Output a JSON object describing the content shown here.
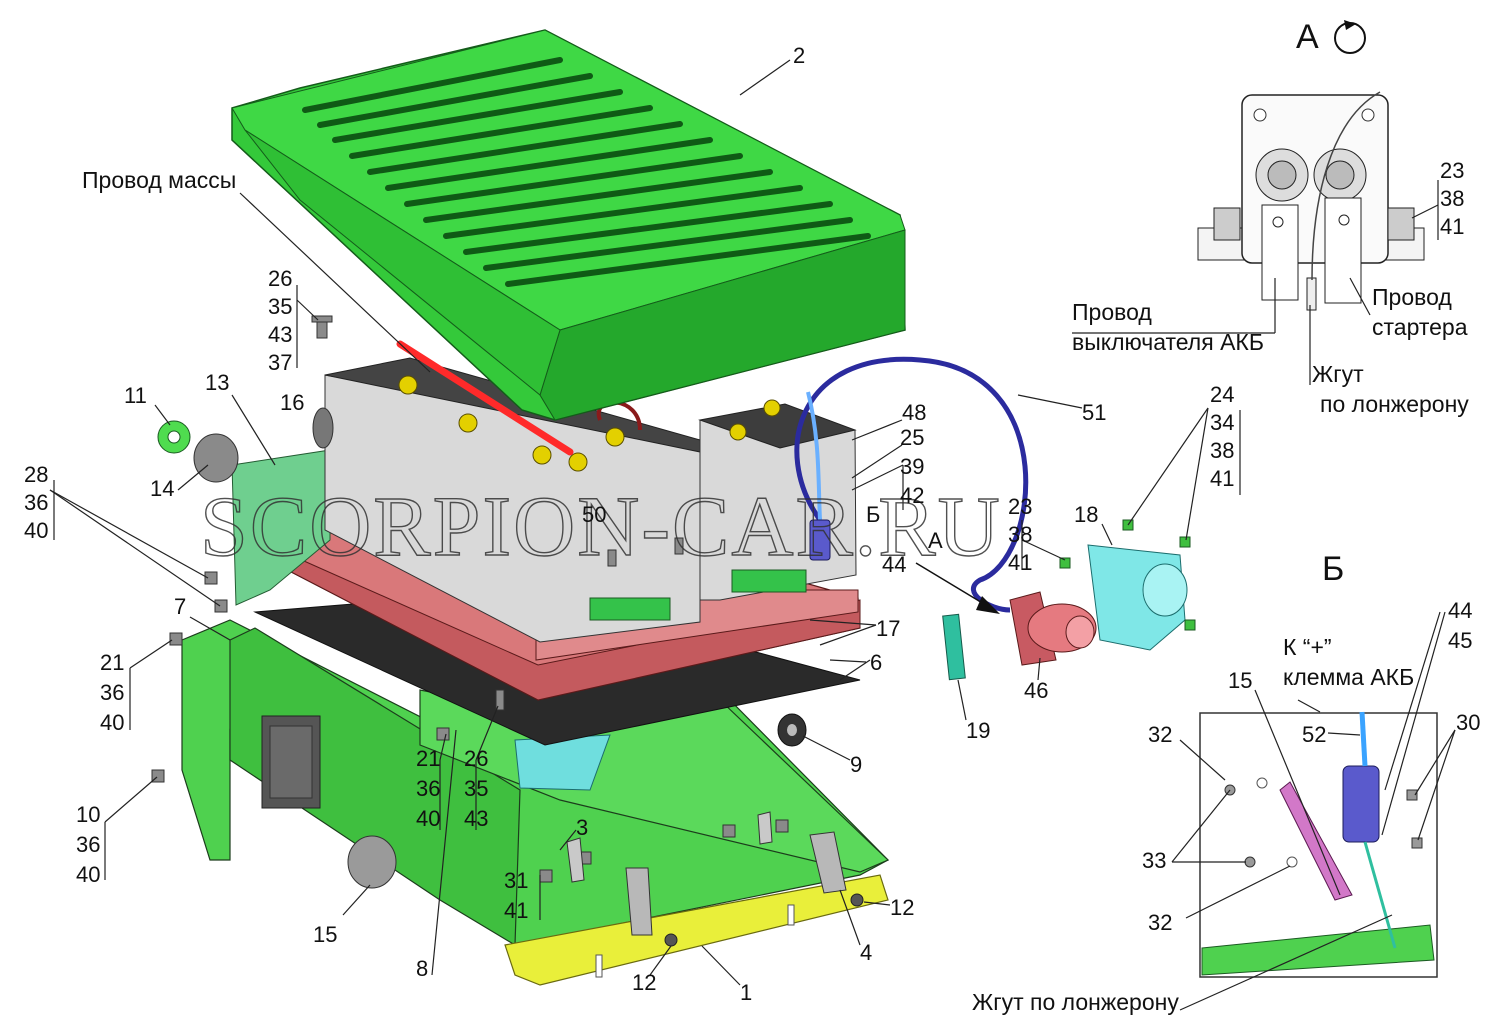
{
  "watermark": "SCORPION-CAR.RU",
  "views": {
    "a": {
      "letter": "А",
      "rotation_icon": "rotation-circle-icon"
    },
    "b": {
      "letter": "Б"
    }
  },
  "captions": {
    "ground_wire": "Провод массы",
    "switch_wire_1": "Провод",
    "switch_wire_2": "выключателя АКБ",
    "starter_wire_1": "Провод",
    "starter_wire_2": "стартера",
    "harness_1": "Жгут",
    "harness_2": "по лонжерону",
    "plus_terminal_1": "К “+”",
    "plus_terminal_2": "клемма АКБ",
    "harness_full": "Жгут по лонжерону"
  },
  "callouts": {
    "n1": "1",
    "n2": "2",
    "n3": "3",
    "n4": "4",
    "n6": "6",
    "n7": "7",
    "n8": "8",
    "n9": "9",
    "n11": "11",
    "n12a": "12",
    "n12b": "12",
    "n13": "13",
    "n14": "14",
    "n15": "15",
    "n16": "16",
    "n17": "17",
    "n18": "18",
    "n19": "19",
    "n46": "46",
    "n48": "48",
    "n50": "50",
    "n51": "51",
    "g26a": [
      "26",
      "35",
      "43",
      "37"
    ],
    "g28": [
      "28",
      "36",
      "40"
    ],
    "g21a": [
      "21",
      "36",
      "40"
    ],
    "g10": [
      "10",
      "36",
      "40"
    ],
    "g21b": [
      "21",
      "36",
      "40"
    ],
    "g26b": [
      "26",
      "35",
      "43"
    ],
    "g31": [
      "31",
      "41"
    ],
    "g25": [
      "25",
      "39",
      "42"
    ],
    "g23m": [
      "23",
      "38",
      "41"
    ],
    "letter_b": "Б",
    "letter_a": "А",
    "n44m": "44",
    "g24": [
      "24",
      "34",
      "38",
      "41"
    ],
    "g23r": [
      "23",
      "38",
      "41"
    ],
    "inset_b": {
      "n15": "15",
      "n32a": "32",
      "n32b": "32",
      "n33": "33",
      "n52": "52",
      "n44": "44",
      "n45": "45",
      "n30": "30"
    }
  },
  "colors": {
    "cover": "#3ccf3c",
    "cover_dark": "#1f8f2a",
    "frame": "#4fd14f",
    "battery": "#d9d9d9",
    "tray": "#d9787a",
    "pad": "#2a2a2a",
    "bumper": "#e9ef3a",
    "relay": "#e57a80",
    "switch_box": "#7fe7e7",
    "cable": "#2b2b9e",
    "ground_wire": "#ff2a2a"
  }
}
